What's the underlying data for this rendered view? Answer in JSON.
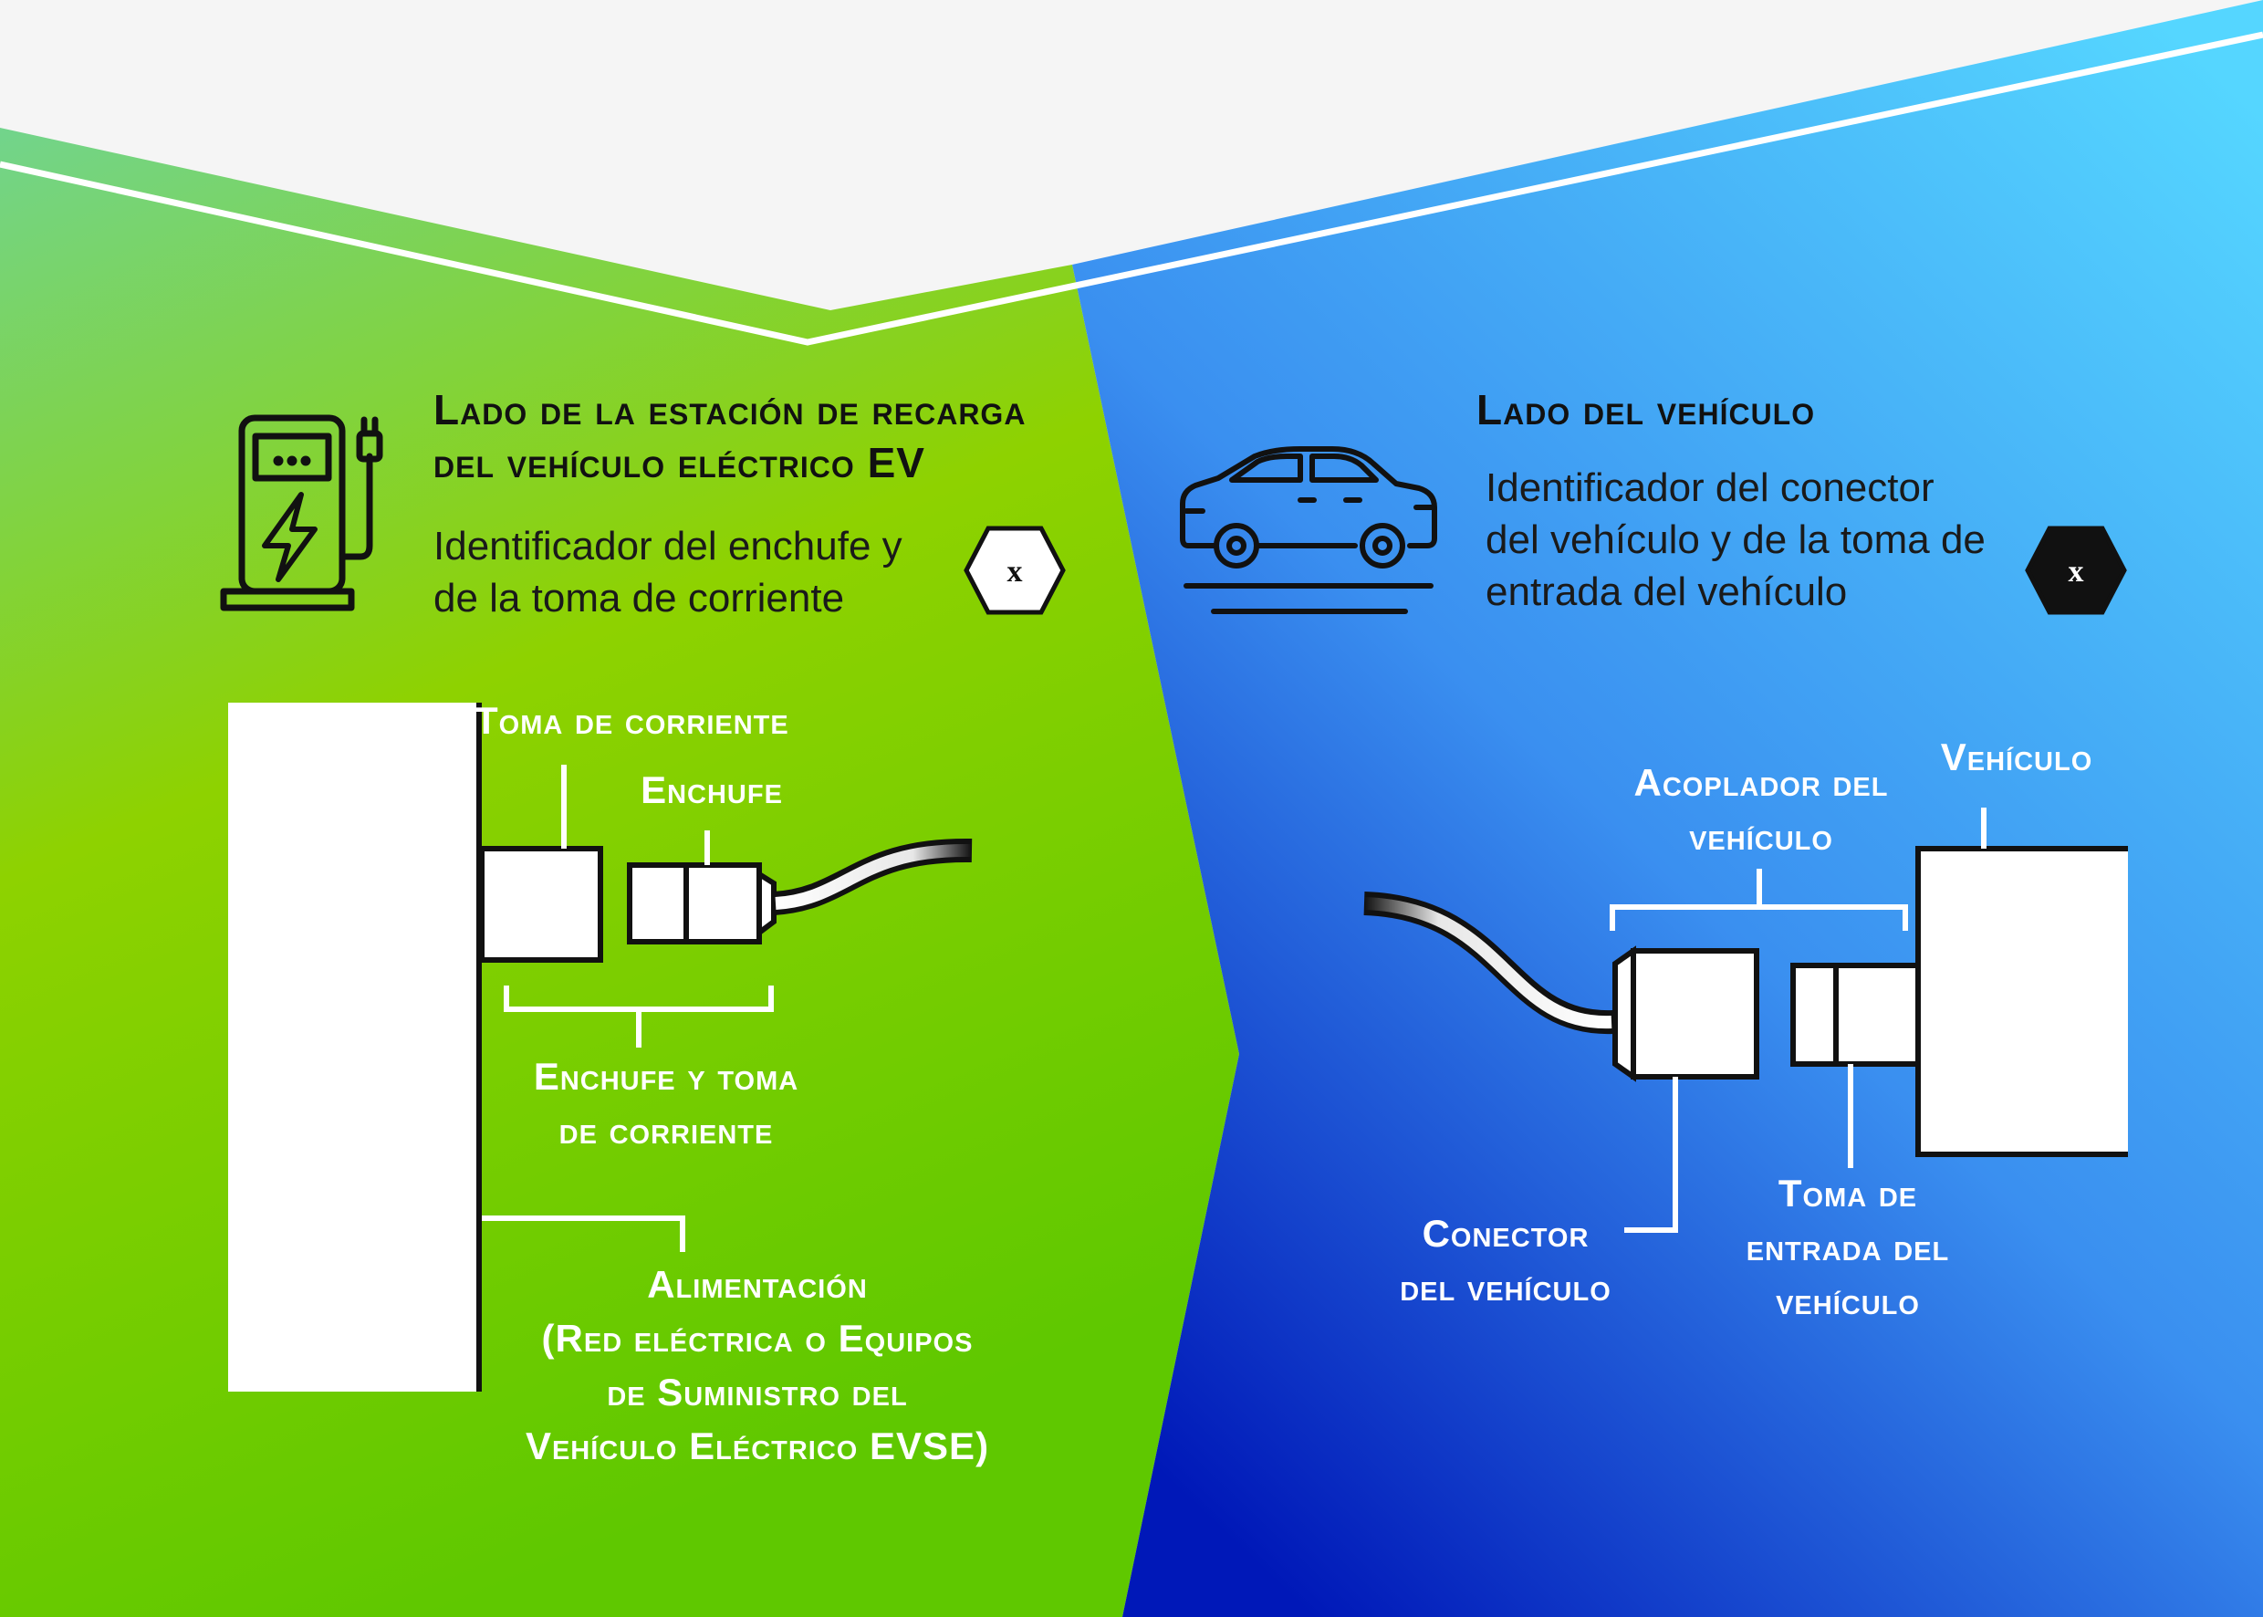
{
  "colors": {
    "station_green_top": "#72d48c",
    "station_green_bottom": "#5fc800",
    "vehicle_blue_top": "#55d6ff",
    "vehicle_blue_bottom": "#0018b8",
    "header_white": "#f5f5f5",
    "white": "#ffffff",
    "ink": "#111111"
  },
  "icons": {
    "station": "ev-charging-station-icon",
    "vehicle": "car-icon"
  },
  "station": {
    "heading_line1": "Lado de la estación de recarga",
    "heading_line2": "del vehículo eléctrico EV",
    "desc_line1": "Identificador del enchufe y",
    "desc_line2": "de la toma de corriente",
    "badge": "x",
    "label_socket": "Toma de corriente",
    "label_plug": "Enchufe",
    "label_pair_line1": "Enchufe y toma",
    "label_pair_line2": "de corriente",
    "label_supply_line1": "Alimentación",
    "label_supply_line2": "(Red eléctrica o Equipos",
    "label_supply_line3": "de Suministro del",
    "label_supply_line4": "Vehículo Eléctrico EVSE)"
  },
  "vehicle": {
    "heading": "Lado del vehículo",
    "desc_line1": "Identificador del conector",
    "desc_line2": "del vehículo y de la toma de",
    "desc_line3": "entrada del vehículo",
    "badge": "x",
    "label_coupler_line1": "Acoplador del",
    "label_coupler_line2": "vehículo",
    "label_vehicle": "Vehículo",
    "label_connector_line1": "Conector",
    "label_connector_line2": "del vehículo",
    "label_inlet_line1": "Toma de",
    "label_inlet_line2": "entrada del",
    "label_inlet_line3": "vehículo"
  }
}
